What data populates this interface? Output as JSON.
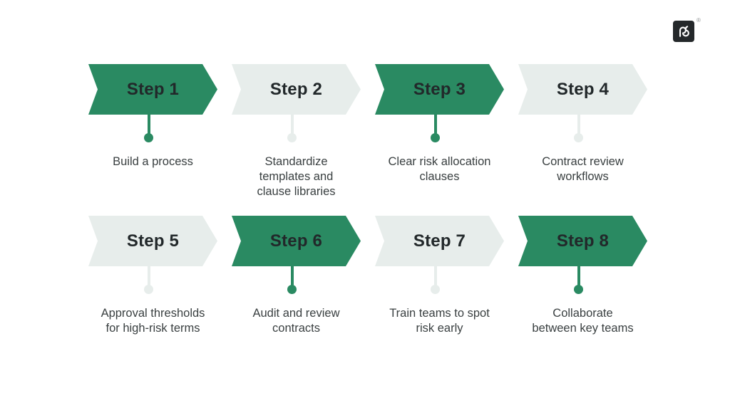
{
  "logo": {
    "glyph": "pd-monogram",
    "registered": "®"
  },
  "steps": [
    {
      "label": "Step 1",
      "variant": "green",
      "caption_lines": [
        "Build a process"
      ]
    },
    {
      "label": "Step 2",
      "variant": "light",
      "caption_lines": [
        "Standardize",
        "templates and",
        "clause libraries"
      ]
    },
    {
      "label": "Step 3",
      "variant": "green",
      "caption_lines": [
        "Clear risk allocation",
        "clauses"
      ]
    },
    {
      "label": "Step 4",
      "variant": "light",
      "caption_lines": [
        "Contract review",
        "workflows"
      ]
    },
    {
      "label": "Step 5",
      "variant": "light",
      "caption_lines": [
        "Approval thresholds",
        "for high-risk terms"
      ]
    },
    {
      "label": "Step 6",
      "variant": "green",
      "caption_lines": [
        "Audit and review",
        "contracts"
      ]
    },
    {
      "label": "Step 7",
      "variant": "light",
      "caption_lines": [
        "Train teams to spot",
        "risk early"
      ]
    },
    {
      "label": "Step 8",
      "variant": "green",
      "caption_lines": [
        "Collaborate",
        "between key teams"
      ]
    }
  ],
  "colors": {
    "green": "#2a8a62",
    "light": "#e7edeb",
    "text_dark": "#22282a",
    "caption": "#393f40",
    "logo_bg": "#24282a",
    "reg_gray": "#8c9192"
  }
}
